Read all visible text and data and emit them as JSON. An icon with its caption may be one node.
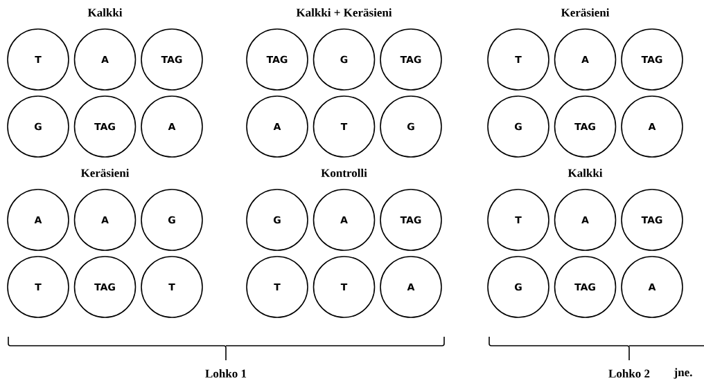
{
  "diagram": {
    "nodes": [
      {
        "text": [
          "T"
        ]
      },
      {
        "text": [
          "A"
        ]
      },
      {
        "text": [
          "TAG"
        ]
      },
      {
        "text": [
          "G"
        ]
      },
      {
        "text": [
          "TAG"
        ]
      },
      {
        "text": [
          "A"
        ]
      },
      {
        "text": [
          "TAG"
        ]
      },
      {
        "text": [
          "G"
        ]
      },
      {
        "text": [
          "TAG"
        ]
      },
      {
        "text": [
          "A"
        ]
      },
      {
        "text": [
          "T"
        ]
      },
      {
        "text": [
          "G"
        ]
      },
      {
        "text": [
          "T"
        ]
      },
      {
        "text": [
          "A"
        ]
      },
      {
        "text": [
          "TAG"
        ]
      },
      {
        "text": [
          "G"
        ]
      },
      {
        "text": [
          "TAG"
        ]
      },
      {
        "text": [
          "A"
        ]
      },
      {
        "text": [
          "A"
        ]
      },
      {
        "text": [
          "A"
        ]
      },
      {
        "text": [
          "G"
        ]
      },
      {
        "text": [
          "T"
        ]
      },
      {
        "text": [
          "TAG"
        ]
      },
      {
        "text": [
          "T"
        ]
      },
      {
        "text": [
          "G"
        ]
      },
      {
        "text": [
          "A"
        ]
      },
      {
        "text": [
          "TAG"
        ]
      },
      {
        "text": [
          "T"
        ]
      },
      {
        "text": [
          "T"
        ]
      },
      {
        "text": [
          "A"
        ]
      },
      {
        "text": [
          "T"
        ]
      },
      {
        "text": [
          "A"
        ]
      },
      {
        "text": [
          "TAG"
        ]
      },
      {
        "text": [
          "G"
        ]
      },
      {
        "text": [
          "TAG"
        ]
      },
      {
        "text": [
          "A"
        ]
      }
    ],
    "labels": [
      "Kalkki",
      "Kalkki + Keräsieni",
      "Keräsieni",
      "Keräsieni",
      "Kontrolli",
      "Kalkki",
      "Lohko 1",
      "Lohko 2",
      "jne."
    ]
  }
}
